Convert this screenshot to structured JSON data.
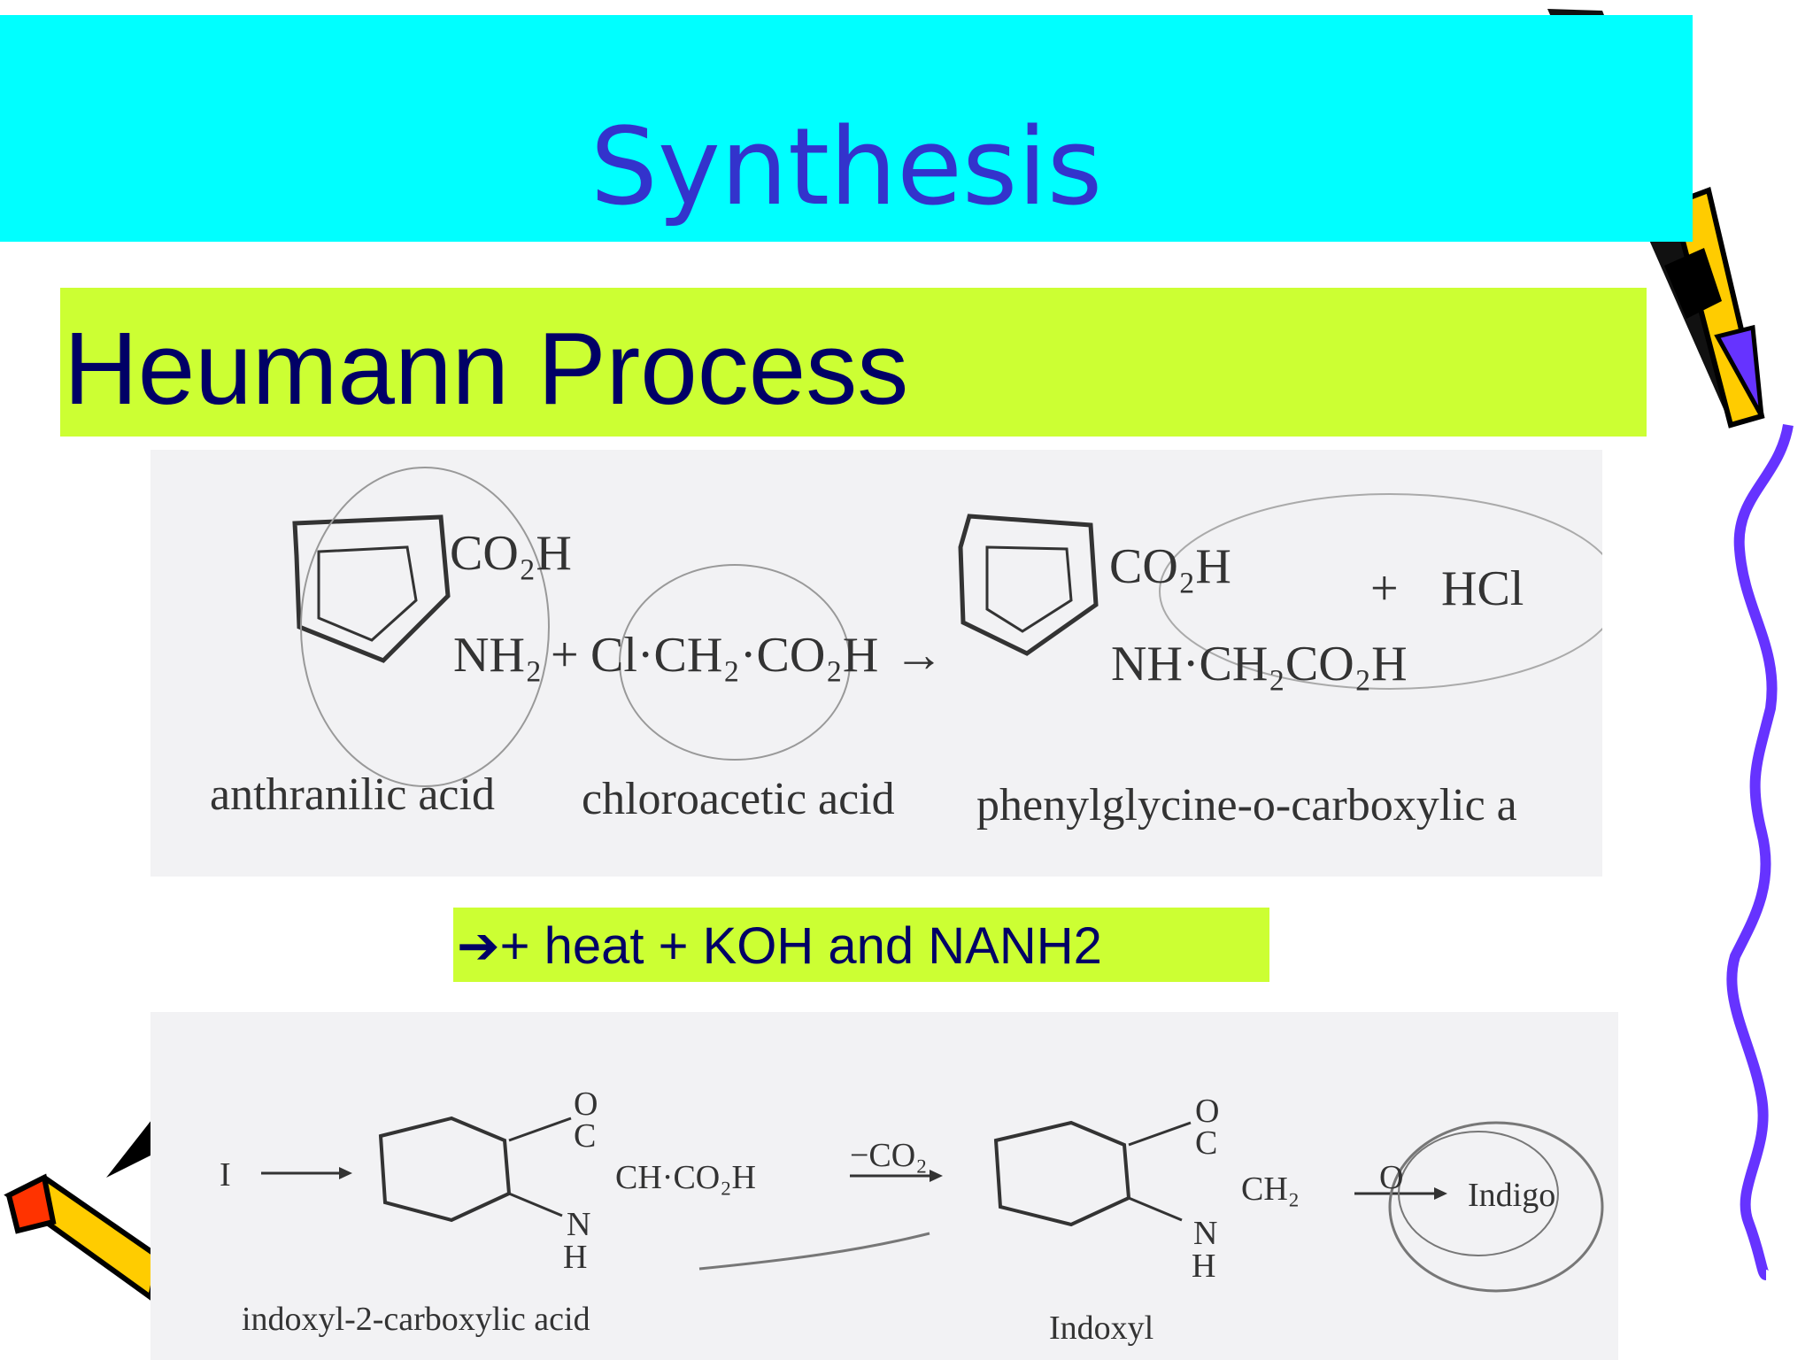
{
  "slide": {
    "title": "Synthesis",
    "subtitle": "Heumann Process",
    "condition_arrow": "➔",
    "condition_text": "+ heat + KOH and NANH2"
  },
  "reaction1": {
    "reactant1_group1": "CO₂H",
    "reactant1_group2": "NH₂",
    "plus": "+",
    "reactant2": "Cl·CH₂·CO₂H",
    "arrow": "→",
    "product_group1": "CO₂H",
    "product_group2": "NH·CH₂CO₂H",
    "byproduct_plus": "+",
    "byproduct": "HCl",
    "label1": "anthranilic acid",
    "label2": "chloroacetic acid",
    "label3": "phenylglycine-o-carboxylic a"
  },
  "reaction2": {
    "start": "I",
    "o1": "O",
    "c1": "C",
    "chgroup": "CH·CO₂H",
    "n1": "N",
    "h1": "H",
    "minus_co2": "−CO₂",
    "o2": "O",
    "c2": "C",
    "ch2": "CH₂",
    "n2": "N",
    "h2": "H",
    "ox": "O",
    "product": "Indigo",
    "label1": "indoxyl-2-carboxylic acid",
    "label2": "Indoxyl"
  },
  "colors": {
    "title_bar": "#00ffff",
    "title_text": "#3333cc",
    "subtitle_bar": "#ccff33",
    "subtitle_text": "#000066",
    "wavy_line": "#6633ff"
  }
}
